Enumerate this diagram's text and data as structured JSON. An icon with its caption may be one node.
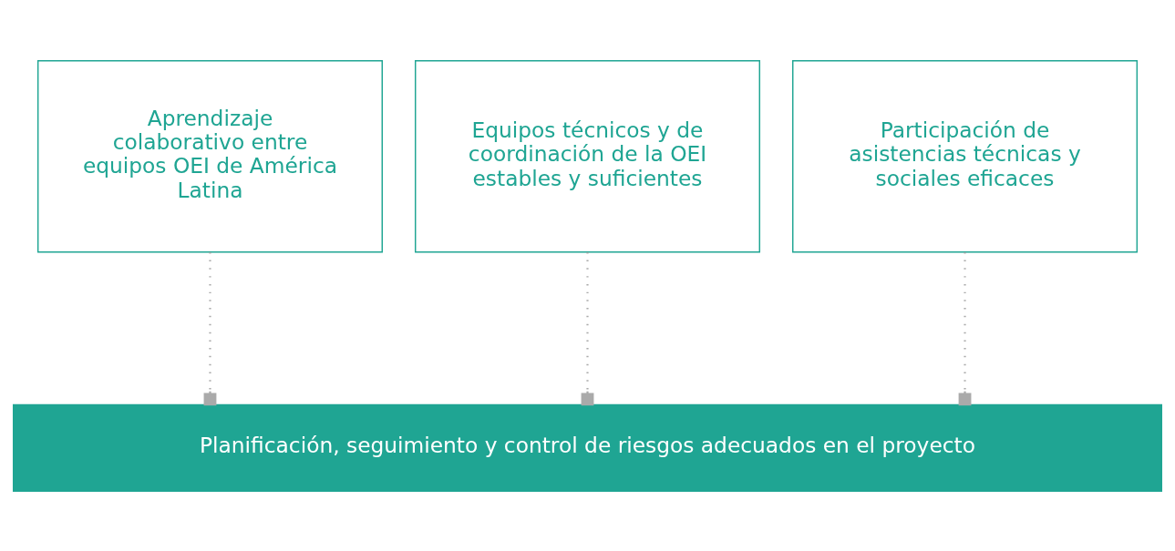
{
  "diagram": {
    "nodes": [
      {
        "text": [
          "Aprendizaje colaborativo entre equipos OEI de América Latina"
        ]
      },
      {
        "text": [
          "Equipos técnicos y de coordinación de la OEI estables y suficientes"
        ]
      },
      {
        "text": [
          "Participación de asistencias técnicas y sociales eficaces"
        ]
      },
      {
        "text": [
          "Planificación, seguimiento y control de riesgos adecuados en el proyecto"
        ]
      }
    ],
    "edges": [
      {
        "from": 0,
        "to": 3,
        "arrow": "other",
        "style": "dashed"
      },
      {
        "from": 1,
        "to": 3,
        "arrow": "other",
        "style": "dashed"
      },
      {
        "from": 2,
        "to": 3,
        "arrow": "other",
        "style": "dashed"
      }
    ]
  }
}
